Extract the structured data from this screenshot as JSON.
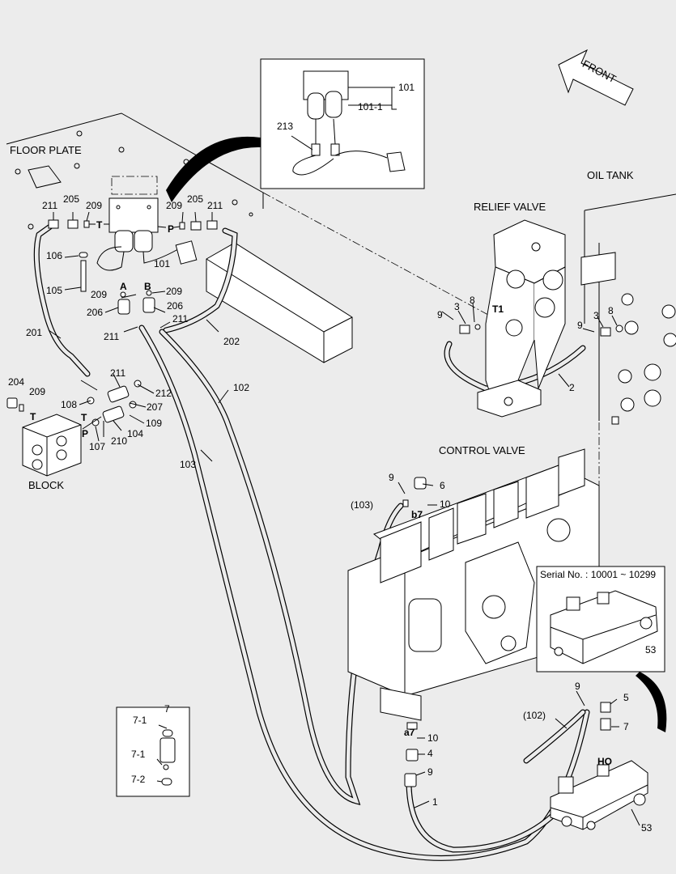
{
  "titles": {
    "floor_plate": "FLOOR PLATE",
    "oil_tank": "OIL TANK",
    "relief_valve": "RELIEF VALVE",
    "control_valve": "CONTROL VALVE",
    "block": "BLOCK",
    "front": "FRONT",
    "serial": "Serial No. : 10001 ~ 10299"
  },
  "port_labels": {
    "T_left": "T",
    "P_left": "P",
    "A": "A",
    "B": "B",
    "T1": "T1",
    "T_block": "T",
    "T_block2": "T",
    "P_block": "P",
    "b7": "b7",
    "a7": "a7",
    "HO": "HO"
  },
  "callouts": {
    "c101_top": "101",
    "c101_1": "101-1",
    "c213": "213",
    "c211a": "211",
    "c205a": "205",
    "c209a": "209",
    "c209b": "209",
    "c205b": "205",
    "c211b": "211",
    "c106": "106",
    "c101": "101",
    "c105": "105",
    "c209c": "209",
    "c209d": "209",
    "c206a": "206",
    "c206b": "206",
    "c211c": "211",
    "c211d": "211",
    "c201": "201",
    "c202": "202",
    "c211e": "211",
    "c212": "212",
    "c204": "204",
    "c209e": "209",
    "c108": "108",
    "c207": "207",
    "c109": "109",
    "c104": "104",
    "c107": "107",
    "c210": "210",
    "c102": "102",
    "c103": "103",
    "c9_rv": "9",
    "c3_rv": "3",
    "c8_rv": "8",
    "c9_rv2": "9",
    "c3_rv2": "3",
    "c8_rv2": "8",
    "c2": "2",
    "c9_cv": "9",
    "c6": "6",
    "c10_cv": "10",
    "c103p": "(103)",
    "c53_inset": "53",
    "c7": "7",
    "c7_1a": "7-1",
    "c7_1b": "7-1",
    "c7_2": "7-2",
    "c9_r": "9",
    "c5": "5",
    "c102p": "(102)",
    "c7_r": "7",
    "c10_a": "10",
    "c4": "4",
    "c9_a": "9",
    "c1": "1",
    "c53": "53"
  }
}
